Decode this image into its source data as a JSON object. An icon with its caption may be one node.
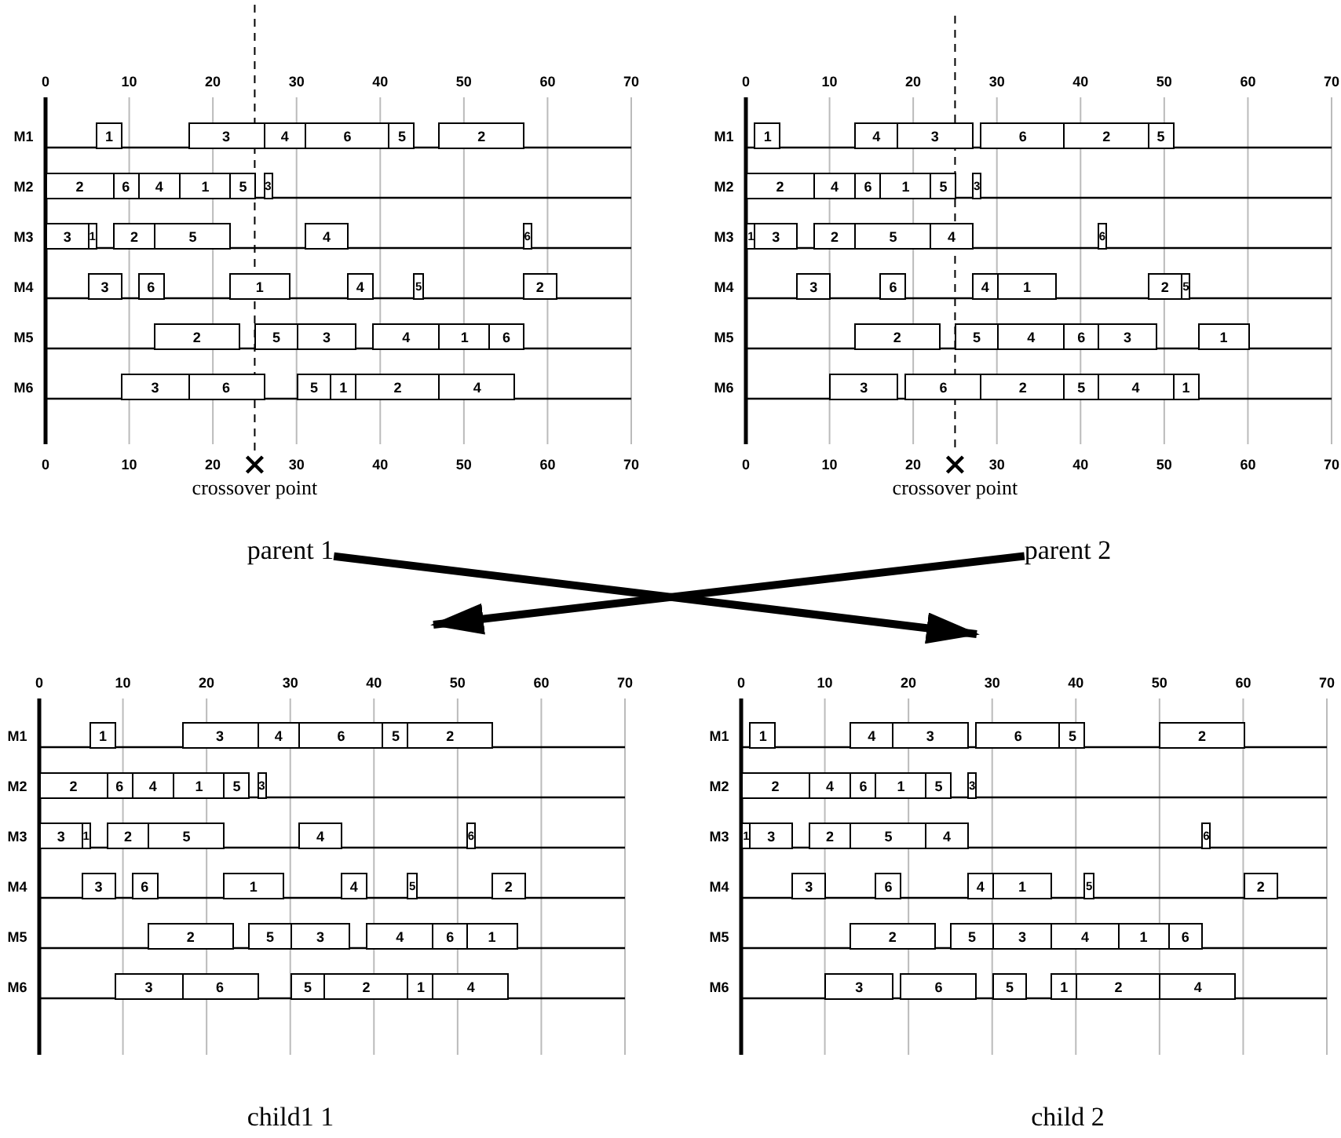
{
  "diagram": {
    "nodes": [
      {
        "text": [
          "1"
        ]
      },
      {
        "text": [
          "3"
        ]
      },
      {
        "text": [
          "4"
        ]
      },
      {
        "text": [
          "6"
        ]
      },
      {
        "text": [
          "5"
        ]
      },
      {
        "text": [
          "2"
        ]
      },
      {
        "text": [
          "2"
        ]
      },
      {
        "text": [
          "6"
        ]
      },
      {
        "text": [
          "4"
        ]
      },
      {
        "text": [
          "1"
        ]
      },
      {
        "text": [
          "5"
        ]
      },
      {
        "text": [
          "3"
        ]
      },
      {
        "text": [
          "3"
        ]
      },
      {
        "text": [
          "1"
        ]
      },
      {
        "text": [
          "2"
        ]
      },
      {
        "text": [
          "5"
        ]
      },
      {
        "text": [
          "4"
        ]
      },
      {
        "text": [
          "6"
        ]
      },
      {
        "text": [
          "3"
        ]
      },
      {
        "text": [
          "6"
        ]
      },
      {
        "text": [
          "1"
        ]
      },
      {
        "text": [
          "4"
        ]
      },
      {
        "text": [
          "5"
        ]
      },
      {
        "text": [
          "2"
        ]
      },
      {
        "text": [
          "2"
        ]
      },
      {
        "text": [
          "5"
        ]
      },
      {
        "text": [
          "3"
        ]
      },
      {
        "text": [
          "4"
        ]
      },
      {
        "text": [
          "1"
        ]
      },
      {
        "text": [
          "6"
        ]
      },
      {
        "text": [
          "3"
        ]
      },
      {
        "text": [
          "6"
        ]
      },
      {
        "text": [
          "5"
        ]
      },
      {
        "text": [
          "1"
        ]
      },
      {
        "text": [
          "2"
        ]
      },
      {
        "text": [
          "4"
        ]
      },
      {
        "text": [
          "1"
        ]
      },
      {
        "text": [
          "4"
        ]
      },
      {
        "text": [
          "3"
        ]
      },
      {
        "text": [
          "6"
        ]
      },
      {
        "text": [
          "2"
        ]
      },
      {
        "text": [
          "5"
        ]
      },
      {
        "text": [
          "2"
        ]
      },
      {
        "text": [
          "4"
        ]
      },
      {
        "text": [
          "6"
        ]
      },
      {
        "text": [
          "1"
        ]
      },
      {
        "text": [
          "5"
        ]
      },
      {
        "text": [
          "3"
        ]
      },
      {
        "text": [
          "1"
        ]
      },
      {
        "text": [
          "3"
        ]
      },
      {
        "text": [
          "2"
        ]
      },
      {
        "text": [
          "5"
        ]
      },
      {
        "text": [
          "4"
        ]
      },
      {
        "text": [
          "6"
        ]
      },
      {
        "text": [
          "3"
        ]
      },
      {
        "text": [
          "6"
        ]
      },
      {
        "text": [
          "4"
        ]
      },
      {
        "text": [
          "1"
        ]
      },
      {
        "text": [
          "2"
        ]
      },
      {
        "text": [
          "5"
        ]
      },
      {
        "text": [
          "2"
        ]
      },
      {
        "text": [
          "5"
        ]
      },
      {
        "text": [
          "4"
        ]
      },
      {
        "text": [
          "6"
        ]
      },
      {
        "text": [
          "3"
        ]
      },
      {
        "text": [
          "1"
        ]
      },
      {
        "text": [
          "3"
        ]
      },
      {
        "text": [
          "6"
        ]
      },
      {
        "text": [
          "2"
        ]
      },
      {
        "text": [
          "5"
        ]
      },
      {
        "text": [
          "4"
        ]
      },
      {
        "text": [
          "1"
        ]
      },
      {
        "text": [
          "1"
        ]
      },
      {
        "text": [
          "3"
        ]
      },
      {
        "text": [
          "4"
        ]
      },
      {
        "text": [
          "6"
        ]
      },
      {
        "text": [
          "5"
        ]
      },
      {
        "text": [
          "2"
        ]
      },
      {
        "text": [
          "2"
        ]
      },
      {
        "text": [
          "6"
        ]
      },
      {
        "text": [
          "4"
        ]
      },
      {
        "text": [
          "1"
        ]
      },
      {
        "text": [
          "5"
        ]
      },
      {
        "text": [
          "3"
        ]
      },
      {
        "text": [
          "3"
        ]
      },
      {
        "text": [
          "1"
        ]
      },
      {
        "text": [
          "2"
        ]
      },
      {
        "text": [
          "5"
        ]
      },
      {
        "text": [
          "4"
        ]
      },
      {
        "text": [
          "6"
        ]
      },
      {
        "text": [
          "3"
        ]
      },
      {
        "text": [
          "6"
        ]
      },
      {
        "text": [
          "1"
        ]
      },
      {
        "text": [
          "4"
        ]
      },
      {
        "text": [
          "5"
        ]
      },
      {
        "text": [
          "2"
        ]
      },
      {
        "text": [
          "2"
        ]
      },
      {
        "text": [
          "5"
        ]
      },
      {
        "text": [
          "3"
        ]
      },
      {
        "text": [
          "4"
        ]
      },
      {
        "text": [
          "6"
        ]
      },
      {
        "text": [
          "1"
        ]
      },
      {
        "text": [
          "3"
        ]
      },
      {
        "text": [
          "6"
        ]
      },
      {
        "text": [
          "5"
        ]
      },
      {
        "text": [
          "2"
        ]
      },
      {
        "text": [
          "1"
        ]
      },
      {
        "text": [
          "4"
        ]
      },
      {
        "text": [
          "1"
        ]
      },
      {
        "text": [
          "4"
        ]
      },
      {
        "text": [
          "3"
        ]
      },
      {
        "text": [
          "6"
        ]
      },
      {
        "text": [
          "5"
        ]
      },
      {
        "text": [
          "2"
        ]
      },
      {
        "text": [
          "2"
        ]
      },
      {
        "text": [
          "4"
        ]
      },
      {
        "text": [
          "6"
        ]
      },
      {
        "text": [
          "1"
        ]
      },
      {
        "text": [
          "5"
        ]
      },
      {
        "text": [
          "3"
        ]
      },
      {
        "text": [
          "1"
        ]
      },
      {
        "text": [
          "3"
        ]
      },
      {
        "text": [
          "2"
        ]
      },
      {
        "text": [
          "5"
        ]
      },
      {
        "text": [
          "4"
        ]
      },
      {
        "text": [
          "6"
        ]
      },
      {
        "text": [
          "3"
        ]
      },
      {
        "text": [
          "6"
        ]
      },
      {
        "text": [
          "4"
        ]
      },
      {
        "text": [
          "1"
        ]
      },
      {
        "text": [
          "5"
        ]
      },
      {
        "text": [
          "2"
        ]
      },
      {
        "text": [
          "2"
        ]
      },
      {
        "text": [
          "5"
        ]
      },
      {
        "text": [
          "3"
        ]
      },
      {
        "text": [
          "4"
        ]
      },
      {
        "text": [
          "1"
        ]
      },
      {
        "text": [
          "6"
        ]
      },
      {
        "text": [
          "3"
        ]
      },
      {
        "text": [
          "6"
        ]
      },
      {
        "text": [
          "5"
        ]
      },
      {
        "text": [
          "1"
        ]
      },
      {
        "text": [
          "2"
        ]
      },
      {
        "text": [
          "4"
        ]
      },
      {
        "text": [
          "parent 1"
        ]
      },
      {
        "text": [
          "parent 2"
        ]
      },
      {
        "text": [
          "child1 1"
        ]
      },
      {
        "text": [
          "child 2"
        ]
      }
    ],
    "edges": [
      {
        "from": 144,
        "to": null,
        "arrow": "to"
      },
      {
        "from": 145,
        "to": null,
        "arrow": "to"
      }
    ],
    "labels": [
      "0",
      "10",
      "20",
      "30",
      "40",
      "50",
      "60",
      "70",
      "M1",
      "M2",
      "M3",
      "M4",
      "M5",
      "M6",
      "0",
      "10",
      "20",
      "30",
      "40",
      "50",
      "60",
      "70",
      "crossover point",
      "0",
      "10",
      "20",
      "30",
      "40",
      "50",
      "60",
      "70",
      "M1",
      "M2",
      "M3",
      "M4",
      "M5",
      "M6",
      "0",
      "10",
      "20",
      "30",
      "40",
      "50",
      "60",
      "70",
      "crossover point",
      "0",
      "10",
      "20",
      "30",
      "40",
      "50",
      "60",
      "70",
      "M1",
      "M2",
      "M3",
      "M4",
      "M5",
      "M6",
      "0",
      "10",
      "20",
      "30",
      "40",
      "50",
      "60",
      "70",
      "M1",
      "M2",
      "M3",
      "M4",
      "M5",
      "M6"
    ]
  }
}
